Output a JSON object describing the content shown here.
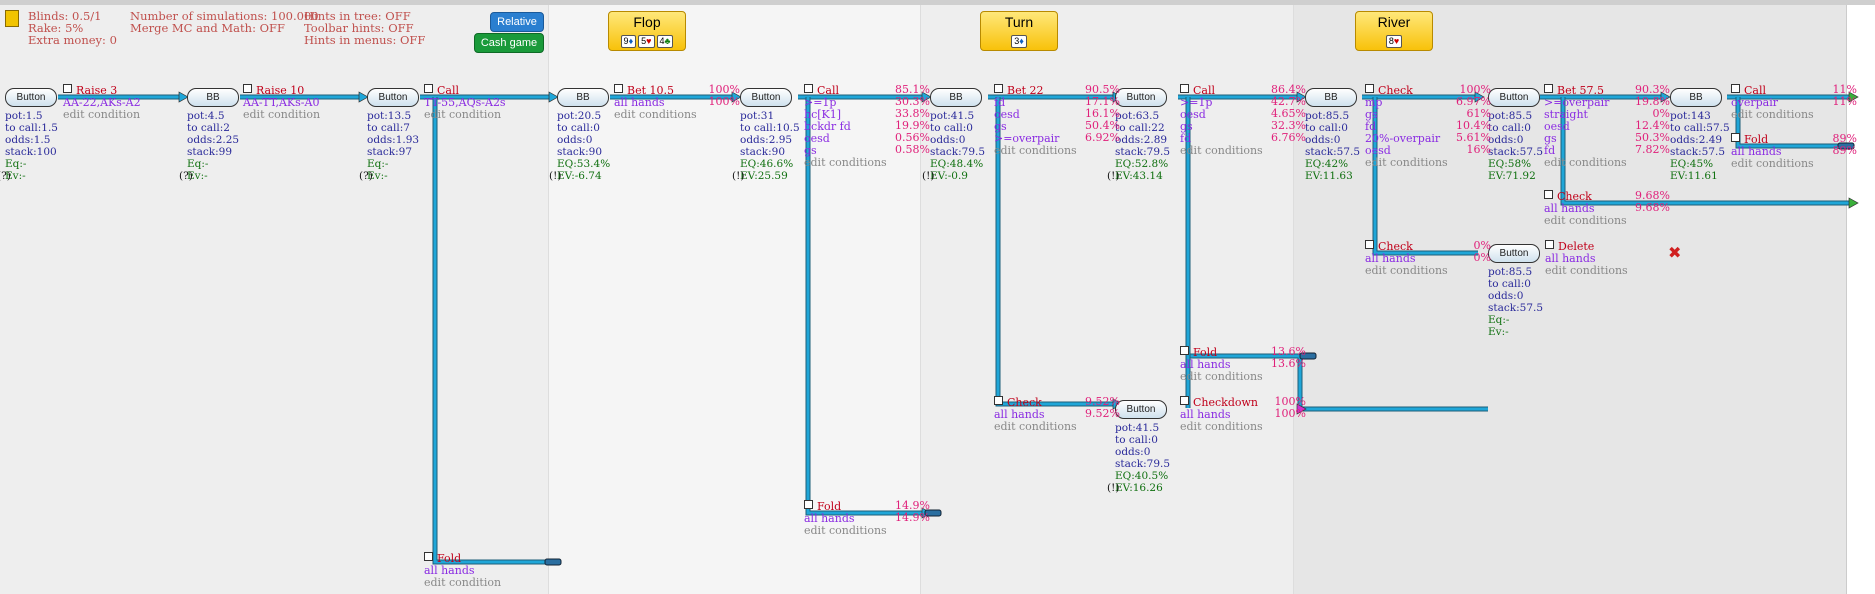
{
  "settings": {
    "blinds": "Blinds: 0.5/1",
    "rake": "Rake: 5%",
    "extra": "Extra money: 0",
    "sims": "Number of simulations: 100.000",
    "merge": "Merge MC and Math: OFF",
    "hint_tree": "Hints in tree: OFF",
    "hint_toolbar": "Toolbar hints: OFF",
    "hint_menus": "Hints in menus: OFF",
    "relative": "Relative",
    "cash": "Cash game"
  },
  "streets": [
    {
      "name": "Flop",
      "cards": [
        {
          "r": "9",
          "s": "♦",
          "c": "#1060c0"
        },
        {
          "r": "5",
          "s": "♥",
          "c": "#d00000"
        },
        {
          "r": "4",
          "s": "♣",
          "c": "#108010"
        }
      ]
    },
    {
      "name": "Turn",
      "cards": [
        {
          "r": "3",
          "s": "♦",
          "c": "#1060c0"
        }
      ]
    },
    {
      "name": "River",
      "cards": [
        {
          "r": "8",
          "s": "♥",
          "c": "#d00000"
        }
      ]
    }
  ],
  "nodes": [
    {
      "label": "Button",
      "lines": [
        "pot:1.5",
        "to call:1.5",
        "odds:1.5",
        "stack:100",
        "Eq:-",
        "Ev:-"
      ],
      "mark": "?"
    },
    {
      "label": "BB",
      "lines": [
        "pot:4.5",
        "to call:2",
        "odds:2.25",
        "stack:99",
        "Eq:-",
        "Ev:-"
      ],
      "mark": "?"
    },
    {
      "label": "Button",
      "lines": [
        "pot:13.5",
        "to call:7",
        "odds:1.93",
        "stack:97",
        "Eq:-",
        "Ev:-"
      ],
      "mark": "?"
    },
    {
      "label": "BB",
      "lines": [
        "pot:20.5",
        "to call:0",
        "odds:0",
        "stack:90",
        "EQ:53.4%",
        "EV:-6.74"
      ],
      "mark": "!"
    },
    {
      "label": "Button",
      "lines": [
        "pot:31",
        "to call:10.5",
        "odds:2.95",
        "stack:90",
        "EQ:46.6%",
        "EV:25.59"
      ],
      "mark": "!"
    },
    {
      "label": "BB",
      "lines": [
        "pot:41.5",
        "to call:0",
        "odds:0",
        "stack:79.5",
        "EQ:48.4%",
        "EV:-0.9"
      ],
      "mark": "!"
    },
    {
      "label": "Button",
      "lines": [
        "pot:63.5",
        "to call:22",
        "odds:2.89",
        "stack:79.5",
        "EQ:52.8%",
        "EV:43.14"
      ],
      "mark": "!"
    },
    {
      "label": "Button",
      "lines": [
        "pot:41.5",
        "to call:0",
        "odds:0",
        "stack:79.5",
        "EQ:40.5%",
        "EV:16.26"
      ],
      "mark": "!"
    },
    {
      "label": "BB",
      "lines": [
        "pot:85.5",
        "to call:0",
        "odds:0",
        "stack:57.5",
        "EQ:42%",
        "EV:11.63"
      ],
      "mark": ""
    },
    {
      "label": "Button",
      "lines": [
        "pot:85.5",
        "to call:0",
        "odds:0",
        "stack:57.5",
        "EQ:58%",
        "EV:71.92"
      ],
      "mark": ""
    },
    {
      "label": "Button",
      "lines": [
        "pot:85.5",
        "to call:0",
        "odds:0",
        "stack:57.5",
        "Eq:-",
        "Ev:-"
      ],
      "mark": ""
    },
    {
      "label": "BB",
      "lines": [
        "pot:143",
        "to call:57.5",
        "odds:2.49",
        "stack:57.5",
        "EQ:45%",
        "EV:11.61"
      ],
      "mark": ""
    }
  ],
  "actions": [
    {
      "head": "Raise 3",
      "rows": [
        [
          "AA-22,AKs-A2",
          ""
        ]
      ],
      "edit": "edit condition",
      "pct": []
    },
    {
      "head": "Raise 10",
      "rows": [
        [
          "AA-TT,AKs-A0",
          ""
        ]
      ],
      "edit": "edit condition",
      "pct": []
    },
    {
      "head": "Call",
      "rows": [
        [
          "TT-55,AQs-A2s",
          ""
        ]
      ],
      "edit": "edit condition",
      "pct": []
    },
    {
      "head": "Fold",
      "rows": [
        [
          "all hands",
          ""
        ]
      ],
      "edit": "edit condition",
      "pct": []
    },
    {
      "head": "Bet 10.5",
      "hp": "100%",
      "rows": [
        [
          "all hands",
          "100%"
        ]
      ],
      "edit": "edit conditions"
    },
    {
      "head": "Call",
      "hp": "85.1%",
      "rows": [
        [
          ">=1p",
          "30.3%"
        ],
        [
          "hc[K1]",
          "33.8%"
        ],
        [
          "bckdr fd",
          "19.9%"
        ],
        [
          "oesd",
          "0.56%"
        ],
        [
          "gs",
          "0.58%"
        ]
      ],
      "edit": "edit conditions"
    },
    {
      "head": "Fold",
      "hp": "14.9%",
      "rows": [
        [
          "all hands",
          "14.9%"
        ]
      ],
      "edit": "edit conditions"
    },
    {
      "head": "Bet 22",
      "hp": "90.5%",
      "rows": [
        [
          "fd",
          "17.1%"
        ],
        [
          "oesd",
          "16.1%"
        ],
        [
          "gs",
          "50.4%"
        ],
        [
          ">=overpair",
          "6.92%"
        ]
      ],
      "edit": "edit conditions"
    },
    {
      "head": "Check",
      "hp": "9.52%",
      "rows": [
        [
          "all hands",
          "9.52%"
        ]
      ],
      "edit": "edit conditions"
    },
    {
      "head": "Call",
      "hp": "86.4%",
      "rows": [
        [
          ">=1p",
          "42.7%"
        ],
        [
          "oesd",
          "4.65%"
        ],
        [
          "gs",
          "32.3%"
        ],
        [
          "fd",
          "6.76%"
        ]
      ],
      "edit": "edit conditions"
    },
    {
      "head": "Fold",
      "hp": "13.6%",
      "rows": [
        [
          "all hands",
          "13.6%"
        ]
      ],
      "edit": "edit conditions"
    },
    {
      "head": "Checkdown",
      "hp": "100%",
      "rows": [
        [
          "all hands",
          "100%"
        ]
      ],
      "edit": "edit conditions"
    },
    {
      "head": "Check",
      "hp": "100%",
      "rows": [
        [
          "mp",
          "6.97%"
        ],
        [
          "gs",
          "61%"
        ],
        [
          "fd",
          "10.4%"
        ],
        [
          "20%-overpair",
          "5.61%"
        ],
        [
          "oesd",
          "16%"
        ]
      ],
      "edit": "edit conditions"
    },
    {
      "head": "Check",
      "hp": "0%",
      "rows": [
        [
          "all hands",
          "0%"
        ]
      ],
      "edit": "edit conditions"
    },
    {
      "head": "Bet 57.5",
      "hp": "90.3%",
      "rows": [
        [
          ">=overpair",
          "19.8%"
        ],
        [
          "straight",
          "0%"
        ],
        [
          "oesd",
          "12.4%"
        ],
        [
          "gs",
          "50.3%"
        ],
        [
          "fd",
          "7.82%"
        ]
      ],
      "edit": "edit conditions"
    },
    {
      "head": "Check",
      "hp": "9.68%",
      "rows": [
        [
          "all hands",
          "9.68%"
        ]
      ],
      "edit": "edit conditions"
    },
    {
      "head": "Delete",
      "rows": [
        [
          "all hands",
          ""
        ]
      ],
      "edit": "edit conditions"
    },
    {
      "head": "Call",
      "hp": "11%",
      "rows": [
        [
          "overpair",
          "11%"
        ]
      ],
      "edit": "edit conditions"
    },
    {
      "head": "Fold",
      "hp": "89%",
      "rows": [
        [
          "all hands",
          "89%"
        ]
      ],
      "edit": "edit conditions"
    }
  ],
  "colors": {
    "line": "#1fa6d8",
    "accent": "#2a7fd0"
  }
}
